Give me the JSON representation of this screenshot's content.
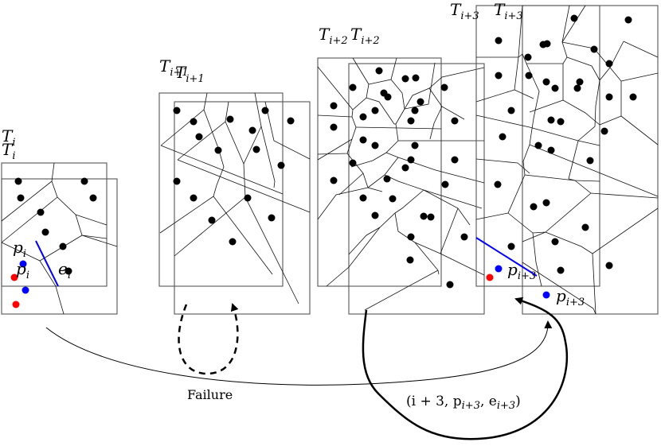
{
  "frames": [
    {
      "id": "T_i",
      "label_main": "T",
      "label_sub": "i"
    },
    {
      "id": "T_i+1",
      "label_main": "T",
      "label_sub": "i+1"
    },
    {
      "id": "T_i+2",
      "label_main": "T",
      "label_sub": "i+2"
    },
    {
      "id": "T_i+3",
      "label_main": "T",
      "label_sub": "i+3"
    }
  ],
  "point_labels": {
    "p_i": {
      "main": "p",
      "sub": "i"
    },
    "e_i": {
      "main": "e",
      "sub": "i"
    },
    "p_i3": {
      "main": "p",
      "sub": "i+3"
    }
  },
  "annotations": {
    "failure": "Failure",
    "transition": "(i + 3, p",
    "transition_sub1": "i+3",
    "transition_mid": ", e",
    "transition_sub2": "i+3",
    "transition_end": ")"
  },
  "colors": {
    "query_point": "#0000ff",
    "prev_point": "#ff0000",
    "edge_highlight": "#0000ff",
    "sites": "#000000"
  }
}
